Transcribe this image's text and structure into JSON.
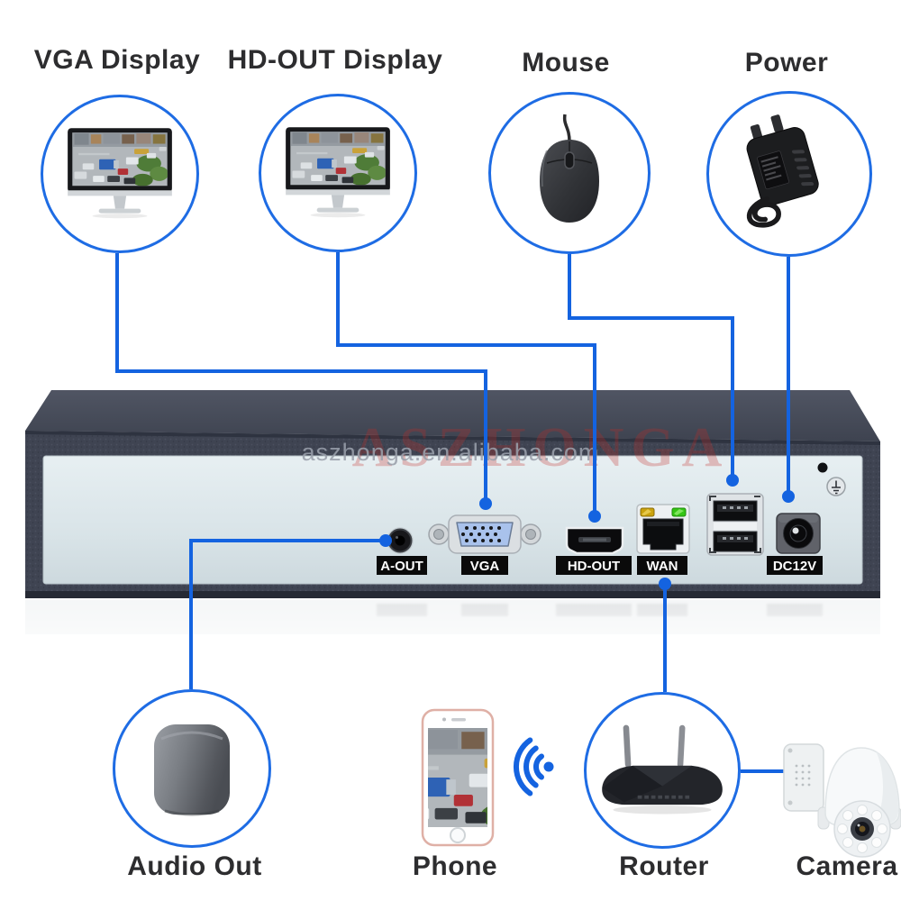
{
  "colors": {
    "line_blue": "#1463e0",
    "circle_blue": "#1e6ce4",
    "label_text": "#2d2d2f",
    "port_label_bg": "#0a0a0a",
    "port_label_text": "#ffffff",
    "device_top": "#4a4f5e",
    "device_bezel": "#3f4452",
    "device_panel": "#dce6ea"
  },
  "top_callouts": {
    "vga_display": "VGA Display",
    "hdout_display": "HD-OUT Display",
    "mouse": "Mouse",
    "power": "Power"
  },
  "bottom_callouts": {
    "audio_out": "Audio Out",
    "phone": "Phone",
    "router": "Router",
    "camera": "Camera"
  },
  "ports": {
    "a_out": "A-OUT",
    "vga": "VGA",
    "hd_out": "HD-OUT",
    "wan": "WAN",
    "dc12v": "DC12V"
  },
  "watermark": {
    "site": "aszhonga.en.alibaba.com",
    "brand": "ASZHONGA"
  }
}
